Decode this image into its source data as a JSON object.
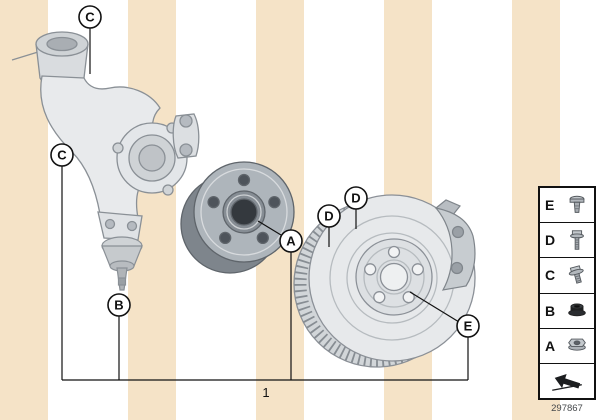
{
  "diagram": {
    "part_number": "297867",
    "kit_label": "1"
  },
  "callouts": {
    "top_c": "C",
    "left_c": "C",
    "ball_joint_b": "B",
    "hub_a": "A",
    "disc_d_outer": "D",
    "disc_d_inner": "D",
    "disc_e": "E"
  },
  "legend": {
    "rows": [
      {
        "label": "E",
        "icon": "flange-screw-icon"
      },
      {
        "label": "D",
        "icon": "hex-bolt-icon"
      },
      {
        "label": "C",
        "icon": "hex-flange-bolt-icon"
      },
      {
        "label": "B",
        "icon": "collar-nut-icon"
      },
      {
        "label": "A",
        "icon": "flange-nut-icon"
      }
    ]
  }
}
